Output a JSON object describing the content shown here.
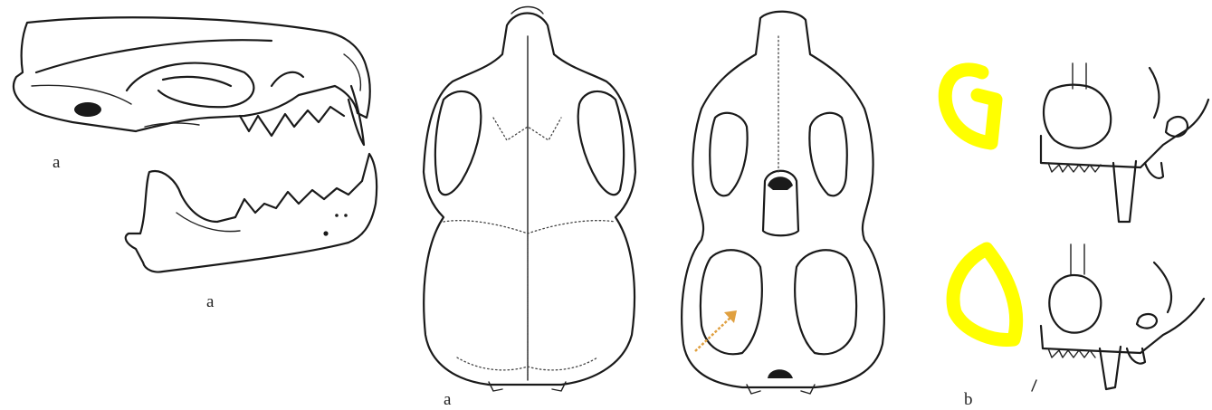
{
  "labels": {
    "lateral_skull": "a",
    "lateral_mandible": "a",
    "dorsal_view": "a",
    "front_detail": "b"
  },
  "colors": {
    "line": "#1a1a1a",
    "highlight": "#ffff00",
    "arrow": "#e0a040",
    "background": "#ffffff"
  }
}
